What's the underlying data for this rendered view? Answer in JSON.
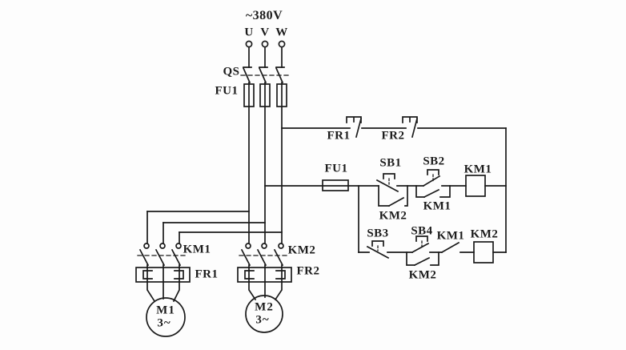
{
  "power_supply": {
    "voltage_label": "~380V",
    "phase_labels": [
      "U",
      "V",
      "W"
    ]
  },
  "main_circuit": {
    "disconnect_label": "QS",
    "fuse_label": "FU1",
    "motor1_branch": {
      "contactor_label": "KM1",
      "thermal_label": "FR1",
      "motor_name": "M1",
      "motor_type": "3~"
    },
    "motor2_branch": {
      "contactor_label": "KM2",
      "thermal_label": "FR2",
      "motor_name": "M2",
      "motor_type": "3~"
    }
  },
  "control_circuit": {
    "thermal_contact1_label": "FR1",
    "thermal_contact2_label": "FR2",
    "fuse_label": "FU1",
    "rung1": {
      "stop_button": "SB1",
      "interlock_contact": "KM2",
      "start_button": "SB2",
      "holding_contact": "KM1",
      "coil": "KM1"
    },
    "rung2": {
      "stop_button": "SB3",
      "start_button": "SB4",
      "holding_contact": "KM2",
      "interlock_contact": "KM1",
      "coil": "KM2"
    }
  },
  "colors": {
    "line": "#1b1b1b",
    "background": "#fdfdfd"
  }
}
